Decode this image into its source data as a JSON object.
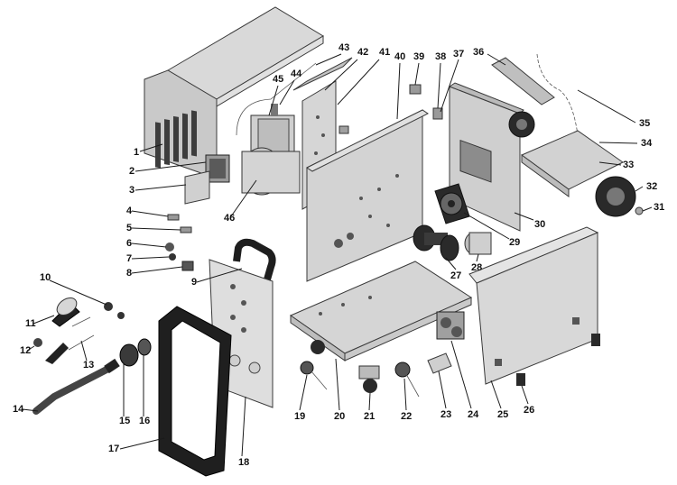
{
  "diagram": {
    "callouts": [
      {
        "id": 1,
        "text": "1"
      },
      {
        "id": 2,
        "text": "2"
      },
      {
        "id": 3,
        "text": "3"
      },
      {
        "id": 4,
        "text": "4"
      },
      {
        "id": 5,
        "text": "5"
      },
      {
        "id": 6,
        "text": "6"
      },
      {
        "id": 7,
        "text": "7"
      },
      {
        "id": 8,
        "text": "8"
      },
      {
        "id": 9,
        "text": "9"
      },
      {
        "id": 10,
        "text": "10"
      },
      {
        "id": 11,
        "text": "11"
      },
      {
        "id": 12,
        "text": "12"
      },
      {
        "id": 13,
        "text": "13"
      },
      {
        "id": 14,
        "text": "14"
      },
      {
        "id": 15,
        "text": "15"
      },
      {
        "id": 16,
        "text": "16"
      },
      {
        "id": 17,
        "text": "17"
      },
      {
        "id": 18,
        "text": "18"
      },
      {
        "id": 19,
        "text": "19"
      },
      {
        "id": 20,
        "text": "20"
      },
      {
        "id": 21,
        "text": "21"
      },
      {
        "id": 22,
        "text": "22"
      },
      {
        "id": 23,
        "text": "23"
      },
      {
        "id": 24,
        "text": "24"
      },
      {
        "id": 25,
        "text": "25"
      },
      {
        "id": 26,
        "text": "26"
      },
      {
        "id": 27,
        "text": "27"
      },
      {
        "id": 28,
        "text": "28"
      },
      {
        "id": 29,
        "text": "29"
      },
      {
        "id": 30,
        "text": "30"
      },
      {
        "id": 31,
        "text": "31"
      },
      {
        "id": 32,
        "text": "32"
      },
      {
        "id": 33,
        "text": "33"
      },
      {
        "id": 34,
        "text": "34"
      },
      {
        "id": 35,
        "text": "35"
      },
      {
        "id": 36,
        "text": "36"
      },
      {
        "id": 37,
        "text": "37"
      },
      {
        "id": 38,
        "text": "38"
      },
      {
        "id": 39,
        "text": "39"
      },
      {
        "id": 40,
        "text": "40"
      },
      {
        "id": 41,
        "text": "41"
      },
      {
        "id": 42,
        "text": "42"
      },
      {
        "id": 43,
        "text": "43"
      },
      {
        "id": 44,
        "text": "44"
      },
      {
        "id": 45,
        "text": "45"
      },
      {
        "id": 46,
        "text": "46"
      }
    ],
    "colors": {
      "panel": "#d8d8d8",
      "panel_shade": "#c4c4c4",
      "dark_part": "#2a2a2a",
      "line": "#1a1a1a"
    }
  }
}
